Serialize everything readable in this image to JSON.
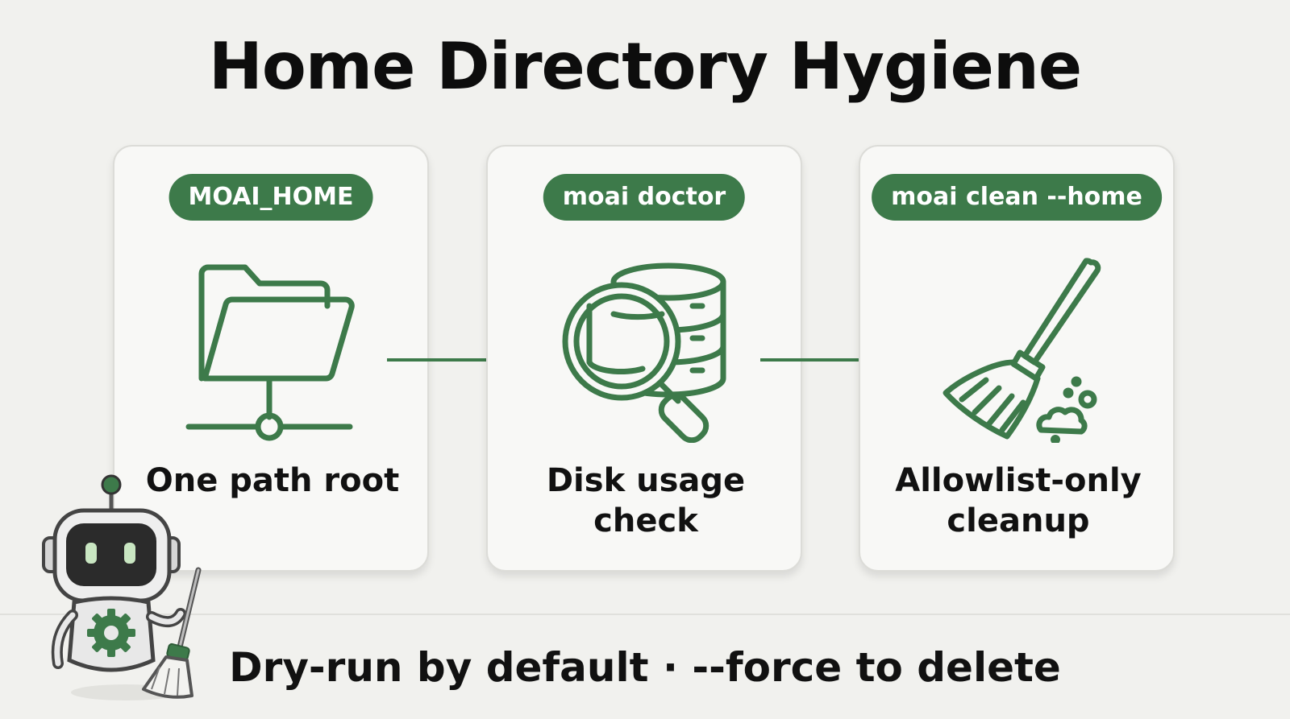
{
  "title": "Home Directory Hygiene",
  "colors": {
    "accent": "#3d7a4a",
    "background": "#f1f1ee",
    "card": "#f8f8f6",
    "text": "#111111"
  },
  "steps": [
    {
      "badge": "MOAI_HOME",
      "label": "One path root",
      "icon": "folder-network-icon"
    },
    {
      "badge": "moai doctor",
      "label": "Disk usage\ncheck",
      "icon": "database-magnifier-icon"
    },
    {
      "badge": "moai clean --home",
      "label": "Allowlist-only\ncleanup",
      "icon": "broom-icon"
    }
  ],
  "footer": "Dry-run by default · --force to delete",
  "mascot_icon": "robot-mascot-icon"
}
